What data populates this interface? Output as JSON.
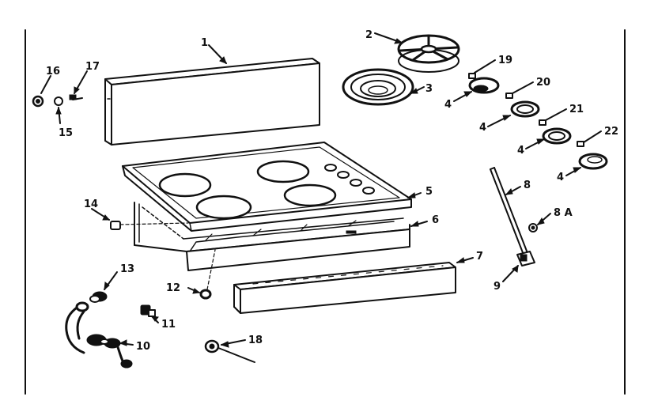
{
  "diagram": {
    "ink_color": "#111111",
    "background_color": "#ffffff",
    "callouts": {
      "c1": "1",
      "c2": "2",
      "c3": "3",
      "c4a": "4",
      "c4b": "4",
      "c4c": "4",
      "c4d": "4",
      "c5": "5",
      "c6": "6",
      "c7": "7",
      "c8": "8",
      "c8a": "8 A",
      "c9": "9",
      "c10": "10",
      "c11": "11",
      "c12": "12",
      "c13": "13",
      "c14": "14",
      "c15": "15",
      "c16": "16",
      "c17": "17",
      "c18": "18",
      "c19": "19",
      "c20": "20",
      "c21": "21",
      "c22": "22"
    }
  }
}
